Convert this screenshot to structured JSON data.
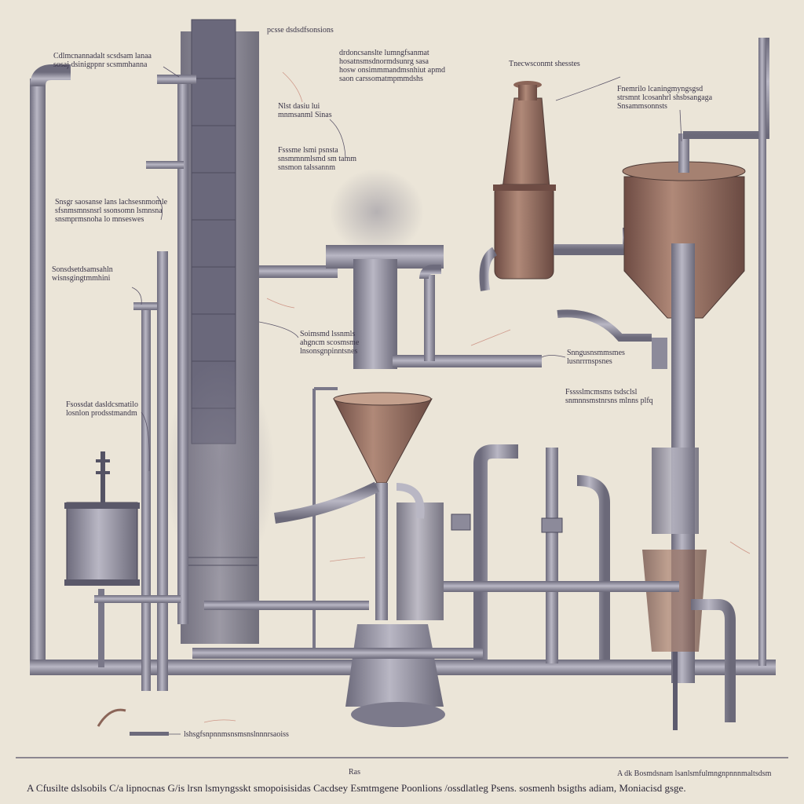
{
  "diagram": {
    "labels": [
      {
        "id": "label-top-center",
        "text": "pcsse dsdsdfsonsions"
      },
      {
        "id": "label-top-left",
        "text": "Cdlmcnannadalt scsdsam lanaa\nsosaj dsinigppnr scsmmhanna"
      },
      {
        "id": "label-top-mid",
        "text": "drdoncsanslte lumngfsanmat\nhosatnsmsdnormdsunrg sasa\nhosw onsimmmandmsnhiut apmd\nsaon carssomatmpmmdshs"
      },
      {
        "id": "label-top-right-short",
        "text": "Tnecwsconmt shesstes"
      },
      {
        "id": "label-right-upper",
        "text": "Fnemrilo lcaningmyngsgsd\nstrsmnt lcosanhrl shsbsangaga\nSnsammsonnsts"
      },
      {
        "id": "label-mid-a",
        "text": "Nlst dasiu lui\nmnmsanml Sinas"
      },
      {
        "id": "label-mid-b",
        "text": "Fsssme lsmi psnsta\nsnsmmnmlsmd sm tamm\nsnsmon talssannm"
      },
      {
        "id": "label-left-1",
        "text": "Snsgr saosanse lans lachsesnmomle\nsfsnmsmnsnsrl ssonsomn lsmnsna\nsnsmprmsnoha lo mnseswes"
      },
      {
        "id": "label-left-2",
        "text": "Sonsdsetdsamsahln\nwisnsgingtmmhini"
      },
      {
        "id": "label-center",
        "text": "Soimsmd lssnmls\nahgncm scosmsme\nlnsonsgnpinntsnes"
      },
      {
        "id": "label-right-mid-1",
        "text": "Snngusnsmmsmes\nlusnrrrnspsnes"
      },
      {
        "id": "label-right-mid-2",
        "text": "Fsssslmcmsms tsdsclsl\nsnmnnsmstnrsns mlnns plfq"
      },
      {
        "id": "label-left-3",
        "text": "Fsossdat dasldcsmatilo\nlosnlon prodsstmandm"
      },
      {
        "id": "label-bottom",
        "text": "lshsgfsnpnnmsnsmsnslnnnrsaoiss"
      },
      {
        "id": "label-tiny",
        "text": "Ras"
      },
      {
        "id": "label-bottom-right",
        "text": "A dk Bosmdsnam lsanlsmfulmngnpnnnmaltsdsm"
      }
    ],
    "caption": "A Cfusilte dslsobils C/a lipnocnas G/is lrsn lsmyngsskt smopoisisidas Cacdsey Esmtmgene Poonlions /ossdlatleg Psens. sosmenh bsigths adiam, Moniacisd gsge."
  },
  "colors": {
    "background": "#ebe5d8",
    "pipe": "#8c8a9a",
    "pipe_dark": "#5d5b6e",
    "copper": "#8b6558",
    "copper_light": "#b08978",
    "line": "#3a3548"
  }
}
